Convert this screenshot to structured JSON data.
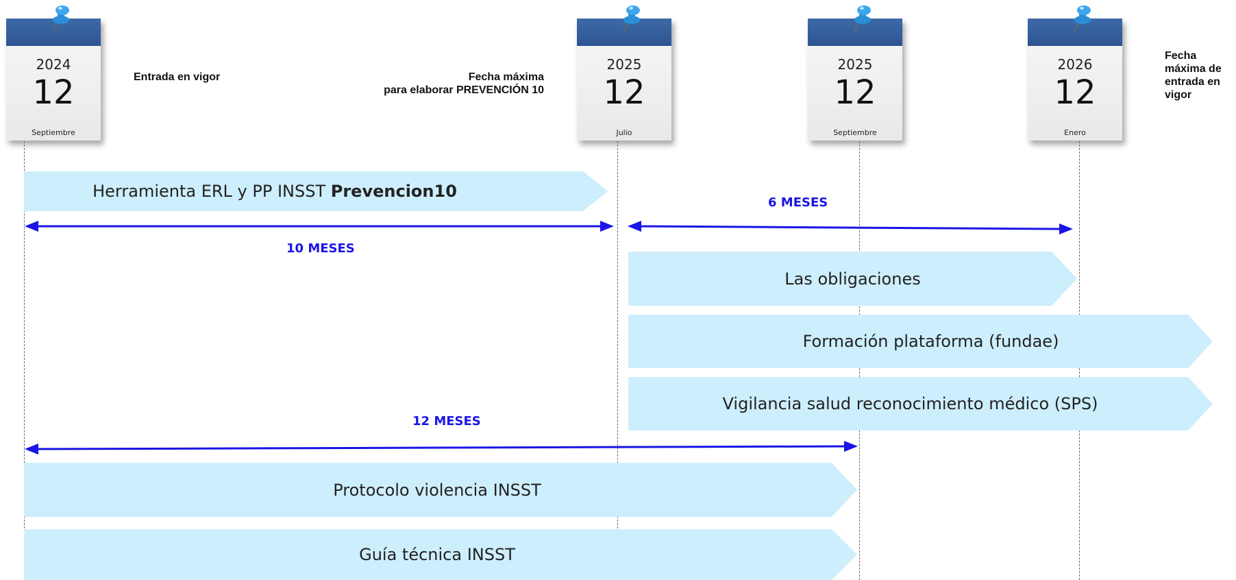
{
  "calendars": [
    {
      "year": "2024",
      "day": "12",
      "month": "Septiembre"
    },
    {
      "year": "2025",
      "day": "12",
      "month": "Julio"
    },
    {
      "year": "2025",
      "day": "12",
      "month": "Septiembre"
    },
    {
      "year": "2026",
      "day": "12",
      "month": "Enero"
    }
  ],
  "notes": {
    "entrada_vigor": "Entrada en vigor",
    "fecha_maxima_line1": "Fecha máxima",
    "fecha_maxima_line2": "para elaborar PREVENCIÓN 10",
    "fecha_entrada_line1": "Fecha",
    "fecha_entrada_line2": "máxima de",
    "fecha_entrada_line3": "entrada en",
    "fecha_entrada_line4": "vigor"
  },
  "bars": {
    "herramienta_prefix": "Herramienta ERL y PP INSST ",
    "herramienta_bold": "Prevencion10",
    "obligaciones": "Las obligaciones",
    "formacion": "Formación plataforma (fundae)",
    "vigilancia": "Vigilancia salud reconocimiento médico (SPS)",
    "protocolo": "Protocolo violencia INSST",
    "guia": "Guía técnica INSST"
  },
  "durations": {
    "ten": "10 MESES",
    "six": "6 MESES",
    "twelve": "12 MESES"
  },
  "colors": {
    "bar_fill": "#cdeefc",
    "arrow_blue": "#1a14e6",
    "calendar_band": "#2d5491"
  }
}
